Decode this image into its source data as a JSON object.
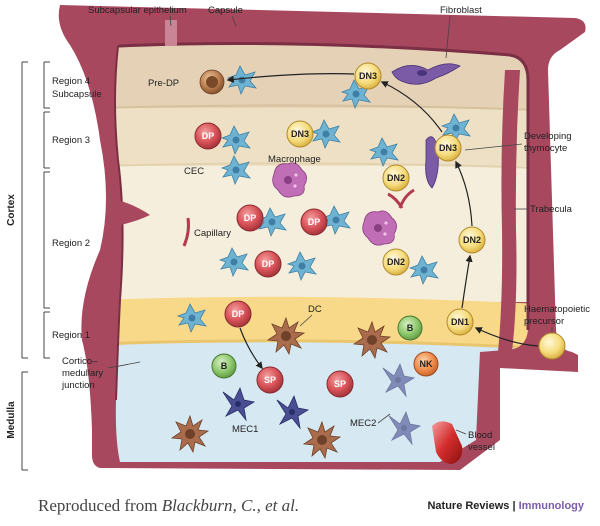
{
  "labels": {
    "subcapsular_epithelium": "Subcapsular epithelium",
    "capsule": "Capsule",
    "fibroblast": "Fibroblast",
    "region4_line1": "Region 4",
    "region4_line2": "Subcapsule",
    "region3": "Region 3",
    "region2": "Region 2",
    "region1": "Region 1",
    "cmj_line1": "Cortico–",
    "cmj_line2": "medullary",
    "cmj_line3": "junction",
    "cortex": "Cortex",
    "medulla": "Medulla",
    "pre_dp": "Pre-DP",
    "macrophage": "Macrophage",
    "cec": "CEC",
    "capillary": "Capillary",
    "dc": "DC",
    "mec1": "MEC1",
    "mec2": "MEC2",
    "developing_line1": "Developing",
    "developing_line2": "thymocyte",
    "trabecula": "Trabecula",
    "haem_line1": "Haematopoietic",
    "haem_line2": "precursor",
    "blood_line1": "Blood",
    "blood_line2": "vessel"
  },
  "cells": {
    "dn3": "DN3",
    "dn2": "DN2",
    "dn1": "DN1",
    "dp": "DP",
    "sp": "SP",
    "b": "B",
    "nk": "NK"
  },
  "caption": {
    "prefix": "Reproduced from ",
    "authors": "Blackburn, C., et al."
  },
  "credit": {
    "publisher": "Nature Reviews",
    "separator": " | ",
    "journal": "Immunology"
  },
  "colors": {
    "capsule": "#a8485f",
    "capsule_light": "#c98496",
    "region4": "#e8d6bd",
    "region3": "#efe2c6",
    "region2": "#f5ecd8",
    "region1": "#f8d98a",
    "medulla": "#cfe3ef",
    "epithelial": "#6fb3d2",
    "dp_cell": "#d9545a",
    "sp_cell": "#c0505a",
    "dn_cell": "#f3d36a",
    "b_cell": "#8cc66a",
    "nk_cell": "#ee8a4a",
    "macrophage": "#c06fb6",
    "dc": "#a96c4c",
    "mec": "#4a4f94",
    "fibroblast": "#7b5aa6"
  }
}
